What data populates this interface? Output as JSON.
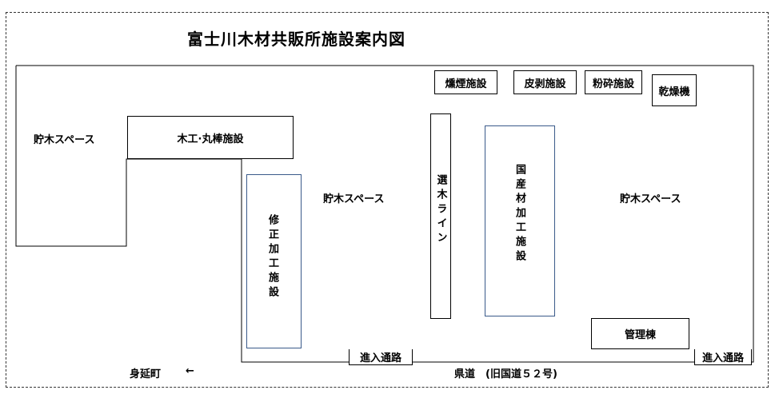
{
  "title": "富士川木材共販所施設案内図",
  "facilities": {
    "smoke_facility": "燻煙施設",
    "bark_facility": "皮剥施設",
    "crush_facility": "粉砕施設",
    "dryer": "乾燥機",
    "wood_round_facility": "木工·丸棒施設",
    "correction_facility": "修正加工施設",
    "sorting_line": "選木ライン",
    "domestic_facility": "国産材加工施設",
    "management": "管理棟"
  },
  "storage": {
    "left": "貯木スペース",
    "center": "貯木スペース",
    "right": "貯木スペース"
  },
  "roads": {
    "entry_left": "進入通路",
    "entry_right": "進入通路",
    "town": "身延町",
    "arrow": "←",
    "prefectural": "県道　(旧国道５２号)"
  }
}
